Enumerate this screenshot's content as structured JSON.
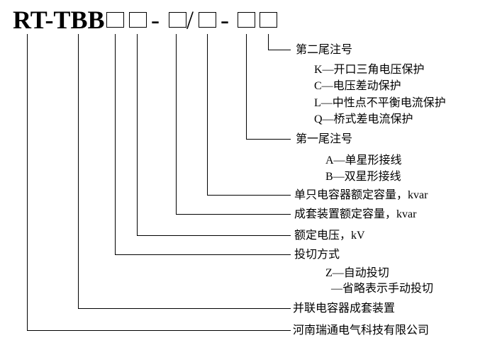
{
  "model_code": {
    "prefix": "RT-TBB",
    "dash1": "-",
    "slash": "/",
    "dash2": "-"
  },
  "annotations": {
    "second_suffix": {
      "label": "第二尾注号",
      "options": [
        "K—开口三角电压保护",
        "C—电压差动保护",
        "L—中性点不平衡电流保护",
        "Q—桥式差电流保护"
      ]
    },
    "first_suffix": {
      "label": "第一尾注号",
      "options": [
        "A—单星形接线",
        "B—双星形接线"
      ]
    },
    "single_capacitor_capacity": {
      "label": "单只电容器额定容量，kvar"
    },
    "assembly_capacity": {
      "label": "成套装置额定容量，kvar"
    },
    "rated_voltage": {
      "label": "额定电压，kV"
    },
    "switching_mode": {
      "label": "投切方式",
      "options": [
        "Z—自动投切",
        "—省略表示手动投切"
      ]
    },
    "product_name": {
      "label": "并联电容器成套装置"
    },
    "company": {
      "label": "河南瑞通电气科技有限公司"
    }
  }
}
